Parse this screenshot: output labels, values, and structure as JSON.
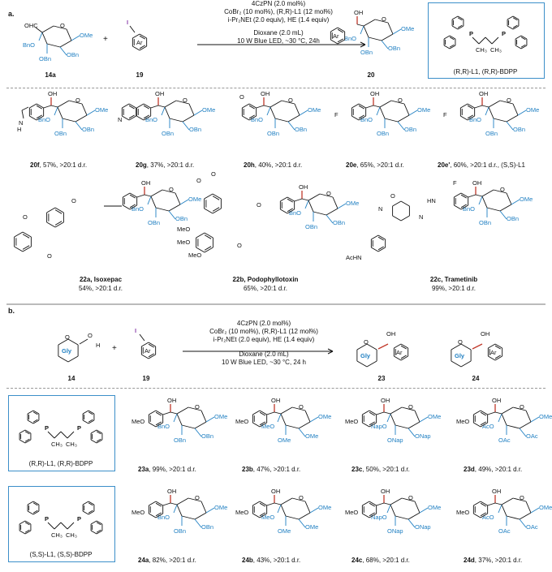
{
  "section_a": {
    "label": "a.",
    "conditions": [
      "4CzPN (2.0 mol%)",
      "CoBr₂ (10 mol%), (R,R)-L1 (12 mol%)",
      "i-Pr₂NEt (2.0 equiv), HE (1.4 equiv)",
      "Dioxane (2.0 mL)",
      "10 W Blue LED, ~30 °C, 24h"
    ],
    "reactant1_label": "14a",
    "reactant2_label": "19",
    "product_label": "20",
    "plus": "+",
    "ligand_caption": "(R,R)-L1, (R,R)-BDPP",
    "products_row1": [
      {
        "id": "20f",
        "text": ", 57%, >20:1 d.r."
      },
      {
        "id": "20g",
        "text": ", 37%, >20:1 d.r."
      },
      {
        "id": "20h",
        "text": ", 40%, >20:1 d.r."
      },
      {
        "id": "20e",
        "text": ", 65%, >20:1 d.r."
      },
      {
        "id": "20e'",
        "text": ", 60%, >20:1 d.r., (S,S)-L1"
      }
    ],
    "products_row2": [
      {
        "id": "22a, Isoxepac",
        "text": "54%, >20:1 d.r."
      },
      {
        "id": "22b, Podophyllotoxin",
        "text": "65%, >20:1 d.r."
      },
      {
        "id": "22c, Trametinib",
        "text": "99%, >20:1 d.r."
      }
    ]
  },
  "section_b": {
    "label": "b.",
    "conditions": [
      "4CzPN (2.0 mol%)",
      "CoBr₂ (10 mol%), (R,R)-L1 (12 mol%)",
      "i-Pr₂NEt (2.0 equiv), HE (1.4 equiv)",
      "Dioxane (2.0 mL)",
      "10 W Blue LED, ~30 °C, 24 h"
    ],
    "reactant1_label": "14",
    "reactant2_label": "19",
    "product1_label": "23",
    "product2_label": "24",
    "plus": "+",
    "ligand1_caption": "(R,R)-L1, (R,R)-BDPP",
    "ligand2_caption": "(S,S)-L1, (S,S)-BDPP",
    "products_row1": [
      {
        "id": "23a",
        "text": ", 99%, >20:1 d.r."
      },
      {
        "id": "23b",
        "text": ", 47%, >20:1  d.r."
      },
      {
        "id": "23c",
        "text": ", 50%, >20:1 d.r."
      },
      {
        "id": "23d",
        "text": ", 49%, >20:1  d.r."
      }
    ],
    "products_row2": [
      {
        "id": "24a",
        "text": ", 82%, >20:1 d.r."
      },
      {
        "id": "24b",
        "text": ", 43%, >20:1  d.r."
      },
      {
        "id": "24c",
        "text": ", 68%, >20:1 d.r."
      },
      {
        "id": "24d",
        "text": ", 37%, >20:1 d.r."
      }
    ]
  },
  "atoms": {
    "OH": "OH",
    "OMe": "OMe",
    "OBn": "OBn",
    "BnO": "BnO",
    "OHC": "OHC",
    "Ar": "Ar",
    "I": "I",
    "F": "F",
    "N": "N",
    "H": "H",
    "O": "O",
    "P": "P",
    "Gly": "Gly",
    "MeO": "MeO",
    "Me": "Me",
    "Nap": "Nap",
    "ONap": "ONap",
    "Ac": "Ac",
    "OAc": "OAc",
    "AcHN": "AcHN",
    "HN": "HN",
    "CH3": "CH₃"
  },
  "colors": {
    "sugar_blue": "#1f7fc2",
    "stereo_red": "#c0392b",
    "box_blue": "#3c8fc9"
  }
}
